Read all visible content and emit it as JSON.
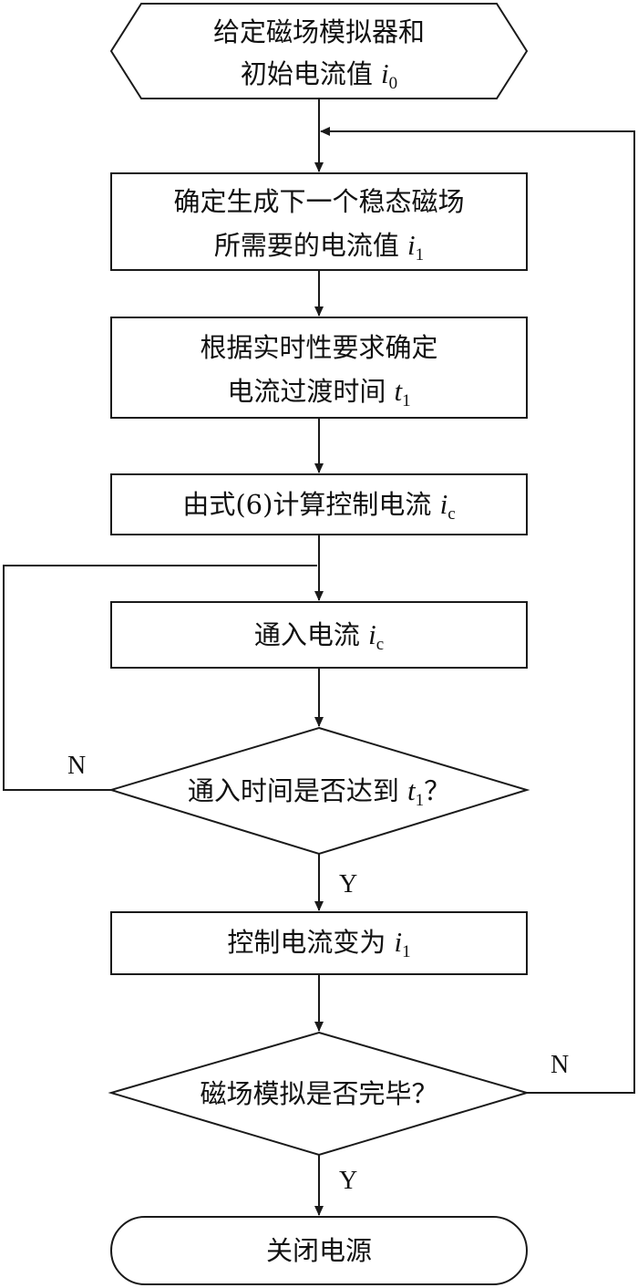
{
  "flowchart": {
    "start": {
      "line1": "给定磁场模拟器和",
      "line2_text": "初始电流值 ",
      "line2_var": "i",
      "line2_sub": "0"
    },
    "step1": {
      "line1": "确定生成下一个稳态磁场",
      "line2_text": "所需要的电流值 ",
      "line2_var": "i",
      "line2_sub": "1"
    },
    "step2": {
      "line1": "根据实时性要求确定",
      "line2_text": "电流过渡时间 ",
      "line2_var": "t",
      "line2_sub": "1"
    },
    "step3": {
      "text": "由式(6)计算控制电流 ",
      "var": "i",
      "sub": "c"
    },
    "step4": {
      "text": "通入电流 ",
      "var": "i",
      "sub": "c"
    },
    "decision1": {
      "text": "通入时间是否达到 ",
      "var": "t",
      "sub": "1",
      "suffix": "？",
      "no_label": "N",
      "yes_label": "Y"
    },
    "step5": {
      "text": "控制电流变为 ",
      "var": "i",
      "sub": "1"
    },
    "decision2": {
      "text": "磁场模拟是否完毕？",
      "no_label": "N",
      "yes_label": "Y"
    },
    "end": {
      "text": "关闭电源"
    }
  }
}
